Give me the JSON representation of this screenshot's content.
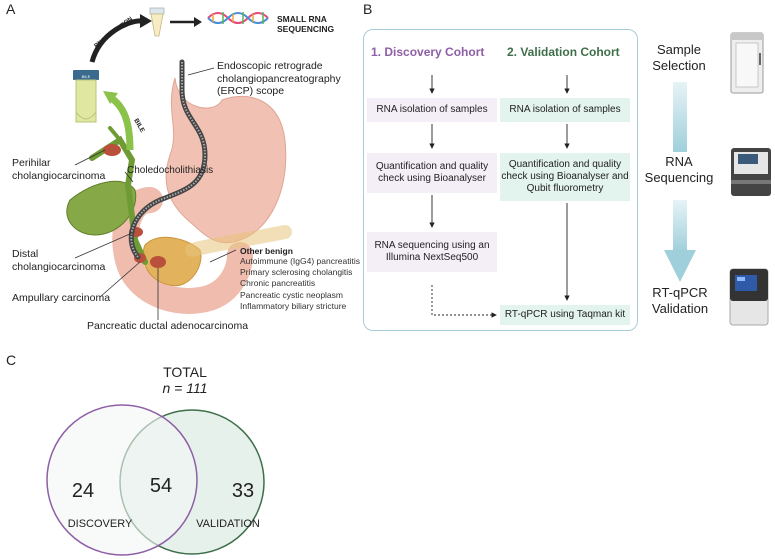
{
  "panels": {
    "a": "A",
    "b": "B",
    "c": "C"
  },
  "panel_a": {
    "rna_isolation": "RNA ISOLATION",
    "small_rna_seq": [
      "SMALL RNA",
      "SEQUENCING"
    ],
    "bile": "BILE",
    "tube_label": "BILE",
    "ercp": [
      "Endoscopic retrograde",
      "cholangiopancreatography",
      "(ERCP) scope"
    ],
    "perihilar": [
      "Perihilar",
      "cholangiocarcinoma"
    ],
    "choledocholithiasis": "Choledocholithiasis",
    "distal": [
      "Distal",
      "cholangiocarcinoma"
    ],
    "ampullary": "Ampullary carcinoma",
    "pdac": "Pancreatic ductal adenocarcinoma",
    "other_benign_title": "Other benign",
    "other_benign": [
      "Autoimmune (IgG4) pancreatitis",
      "Primary sclerosing cholangitis",
      "Chronic pancreatitis",
      "Pancreatic cystic neoplasm",
      "Inflammatory biliary stricture"
    ]
  },
  "panel_b": {
    "discovery_title": "1. Discovery Cohort",
    "validation_title": "2. Validation Cohort",
    "discovery_steps": [
      "RNA isolation of samples",
      "Quantification and quality check using Bioanalyser",
      "RNA sequencing using an Illumina NextSeq500"
    ],
    "validation_steps": [
      "RNA isolation of samples",
      "Quantification and quality check using Bioanalyser and Qubit fluorometry",
      "RT-qPCR using Taqman kit"
    ],
    "side_steps": [
      "Sample Selection",
      "RNA Sequencing",
      "RT-qPCR Validation"
    ],
    "colors": {
      "discovery": "#8e5ea6",
      "validation": "#3f6f4a",
      "border": "#a9cdd6",
      "arrow": "#a8d5df"
    }
  },
  "panel_c": {
    "total_label": "TOTAL",
    "n_label": "n = 111",
    "discovery_only": "24",
    "overlap": "54",
    "validation_only": "33",
    "discovery_label": "DISCOVERY",
    "validation_label": "VALIDATION",
    "colors": {
      "discovery": "#8e5ea6",
      "validation": "#3f6f4a",
      "fill": "#e7f1ec"
    }
  }
}
